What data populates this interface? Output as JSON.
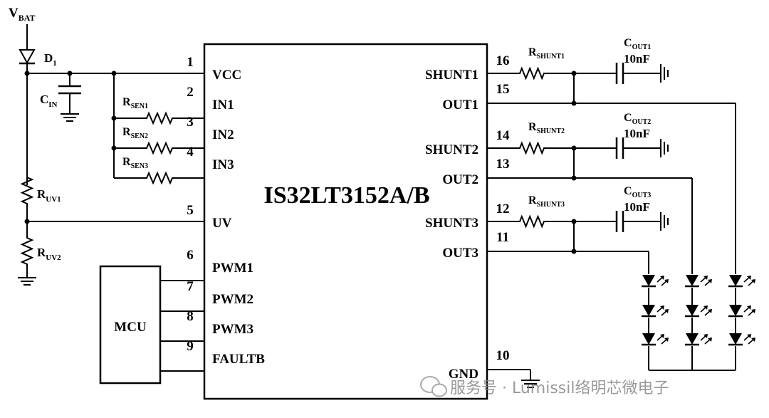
{
  "ic": {
    "name": "IS32LT3152A/B"
  },
  "pins_left": [
    {
      "num": "1",
      "name": "VCC"
    },
    {
      "num": "2",
      "name": "IN1"
    },
    {
      "num": "3",
      "name": "IN2"
    },
    {
      "num": "4",
      "name": "IN3"
    },
    {
      "num": "5",
      "name": "UV"
    },
    {
      "num": "6",
      "name": "PWM1"
    },
    {
      "num": "7",
      "name": "PWM2"
    },
    {
      "num": "8",
      "name": "PWM3"
    },
    {
      "num": "9",
      "name": "FAULTB"
    }
  ],
  "pins_right": [
    {
      "num": "16",
      "name": "SHUNT1"
    },
    {
      "num": "15",
      "name": "OUT1"
    },
    {
      "num": "14",
      "name": "SHUNT2"
    },
    {
      "num": "13",
      "name": "OUT2"
    },
    {
      "num": "12",
      "name": "SHUNT3"
    },
    {
      "num": "11",
      "name": "OUT3"
    },
    {
      "num": "10",
      "name": "GND"
    }
  ],
  "labels": {
    "vbat": {
      "main": "V",
      "sub": "BAT"
    },
    "d1": {
      "main": "D",
      "sub": "1"
    },
    "cin": {
      "main": "C",
      "sub": "IN"
    },
    "rsen1": {
      "main": "R",
      "sub": "SEN1"
    },
    "rsen2": {
      "main": "R",
      "sub": "SEN2"
    },
    "rsen3": {
      "main": "R",
      "sub": "SEN3"
    },
    "ruv1": {
      "main": "R",
      "sub": "UV1"
    },
    "ruv2": {
      "main": "R",
      "sub": "UV2"
    },
    "rshunt1": {
      "main": "R",
      "sub": "SHUNT1"
    },
    "rshunt2": {
      "main": "R",
      "sub": "SHUNT2"
    },
    "rshunt3": {
      "main": "R",
      "sub": "SHUNT3"
    },
    "cout1": {
      "main": "C",
      "sub": "OUT1",
      "value": "10nF"
    },
    "cout2": {
      "main": "C",
      "sub": "OUT2",
      "value": "10nF"
    },
    "cout3": {
      "main": "C",
      "sub": "OUT3",
      "value": "10nF"
    },
    "mcu": "MCU"
  },
  "watermark": {
    "icon": "wechat-icon",
    "text": "服务号 · Lumissil络明芯微电子"
  }
}
